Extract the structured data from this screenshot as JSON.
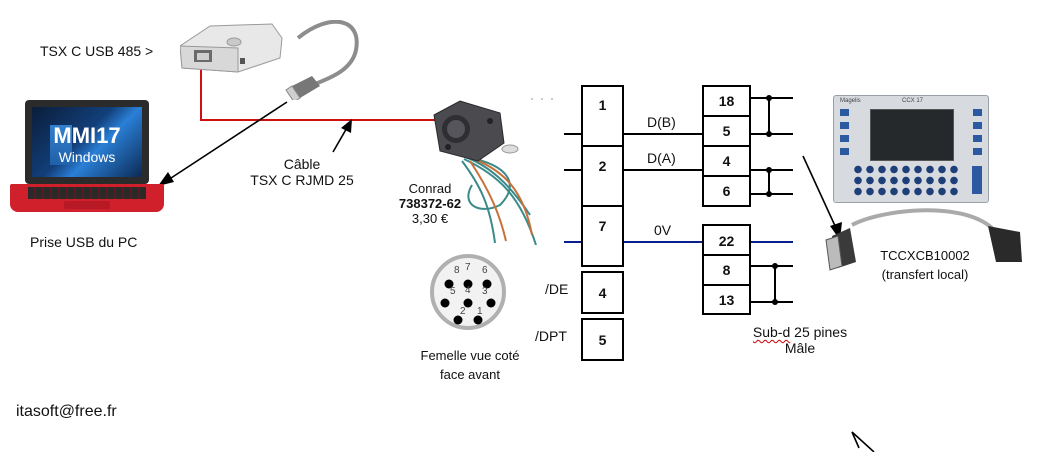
{
  "adapter": {
    "label": "TSX C USB 485 >"
  },
  "laptop": {
    "screen_title": "MMI17",
    "screen_subtitle": "Windows",
    "caption": "Prise USB du PC"
  },
  "cable": {
    "line1": "Câble",
    "line2": "TSX C RJMD 25"
  },
  "connector": {
    "brand": "Conrad",
    "part_number": "738372-62",
    "price": "3,30 €"
  },
  "din_pinout": {
    "pins": [
      "8",
      "7",
      "6",
      "5",
      "4",
      "3",
      "2",
      "1"
    ],
    "caption_line1": "Femelle vue coté",
    "caption_line2": "face avant"
  },
  "left_block": {
    "pins": [
      "1",
      "2",
      "7"
    ],
    "extra_pins": [
      {
        "label": "/DE",
        "pin": "4"
      },
      {
        "label": "/DPT",
        "pin": "5"
      }
    ]
  },
  "signals": [
    "D(B)",
    "D(A)",
    "0V"
  ],
  "right_block": {
    "group1": [
      "18",
      "5",
      "4",
      "6"
    ],
    "group2": [
      "22",
      "8",
      "13"
    ],
    "caption_line1": "Sub-d 25 pines",
    "caption_line2": "Mâle"
  },
  "hmi": {
    "brand": "Magelis",
    "model": "CCX 17",
    "cable_ref": "TCCXCB10002",
    "cable_desc": "(transfert local)"
  },
  "footer": {
    "email": "itasoft@free.fr"
  },
  "colors": {
    "red_wire": "#d01010",
    "blue_wire": "#0a1f8f",
    "laptop_red": "#d0202c"
  }
}
